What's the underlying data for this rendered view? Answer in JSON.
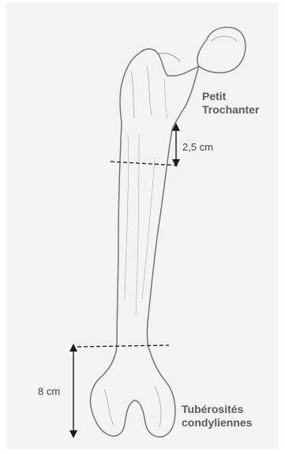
{
  "labels": {
    "petit_line1": "Petit",
    "petit_line2": "Trochanter",
    "tub_line1": "Tubérosités",
    "tub_line2": "condyliennes",
    "measure_top": "2,5 cm",
    "measure_bottom": "8 cm"
  },
  "colors": {
    "background": "#f3f3f3",
    "pencil": "#6d6d6d",
    "label_text": "#5a5a5a",
    "measure_line": "#1a1a1a"
  }
}
